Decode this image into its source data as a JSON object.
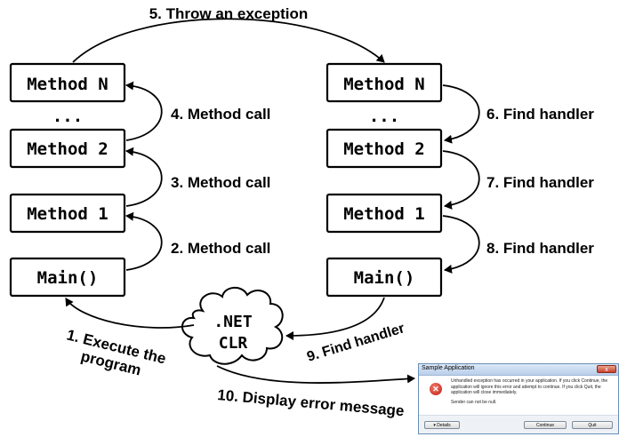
{
  "left_column": {
    "method_n": "Method N",
    "ellipsis": "...",
    "method_2": "Method 2",
    "method_1": "Method 1",
    "main": "Main()"
  },
  "right_column": {
    "method_n": "Method N",
    "ellipsis": "...",
    "method_2": "Method 2",
    "method_1": "Method 1",
    "main": "Main()"
  },
  "clr": {
    "line1": ".NET",
    "line2": "CLR"
  },
  "steps": {
    "s1_line1": "1. Execute the",
    "s1_line2": "program",
    "s2": "2. Method call",
    "s3": "3. Method call",
    "s4": "4. Method call",
    "s5": "5. Throw an exception",
    "s6": "6. Find handler",
    "s7": "7. Find handler",
    "s8": "8. Find handler",
    "s9": "9. Find handler",
    "s10": "10. Display error message"
  },
  "dialog": {
    "title": "Sample Application",
    "close": "x",
    "error_icon": "error-icon",
    "message": "Unhandled exception has occurred in your application. If you click Continue, the application will ignore this error and attempt to continue. If you click Quit, the application will close immediately.",
    "sender": "Sender can not be null.",
    "details": "Details",
    "continue": "Continue",
    "quit": "Quit"
  }
}
